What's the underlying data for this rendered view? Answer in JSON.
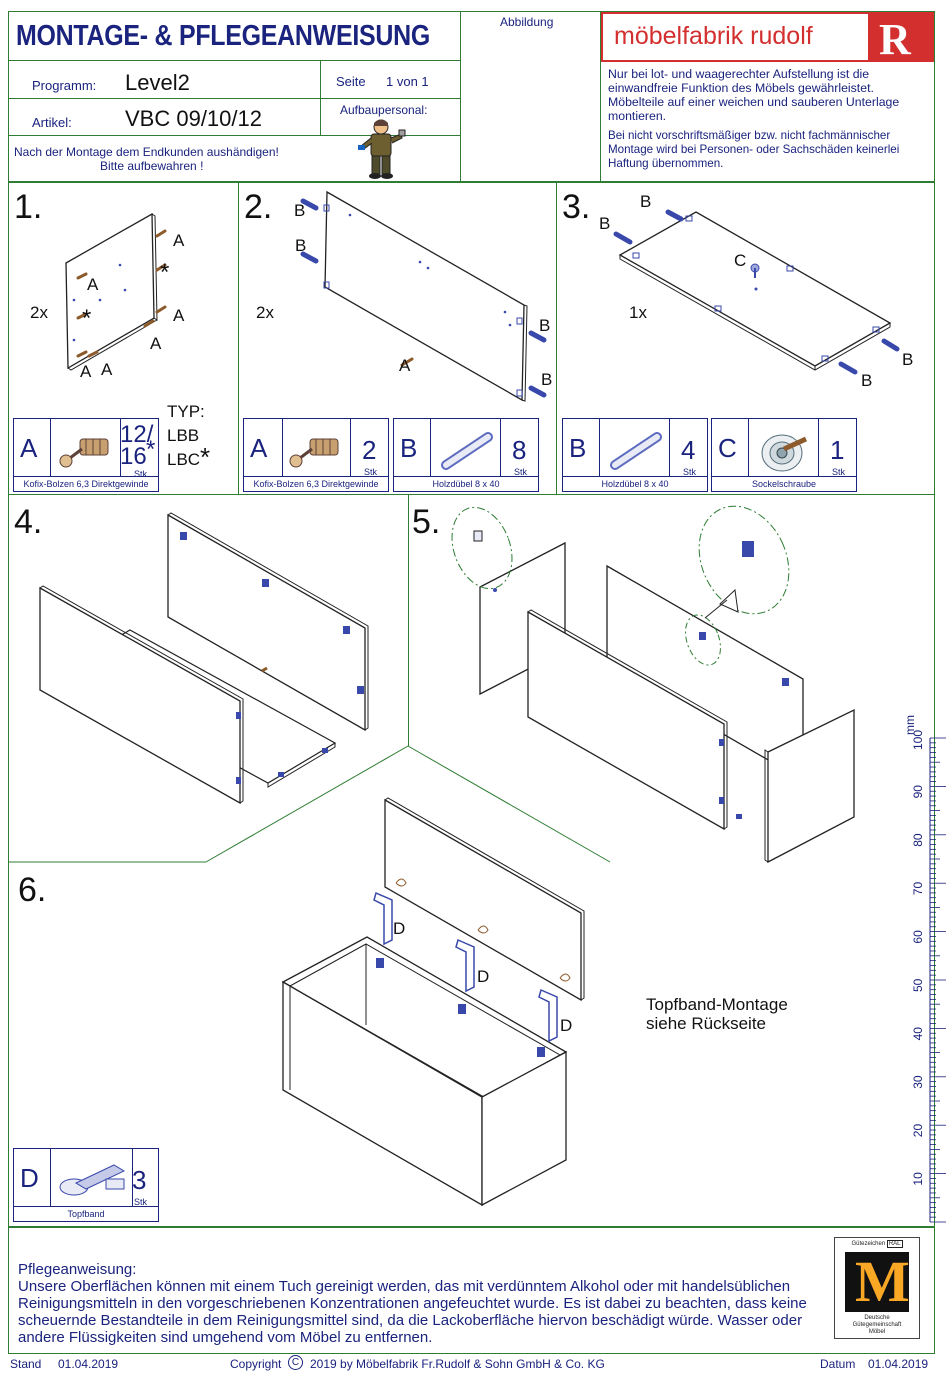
{
  "header": {
    "title": "MONTAGE- & PFLEGEANWEISUNG",
    "abbildung_label": "Abbildung",
    "brand": "möbelfabrik rudolf",
    "brand_logo_letter": "R",
    "programm_label": "Programm:",
    "programm_value": "Level2",
    "seite_label": "Seite",
    "seite_value": "1 von 1",
    "artikel_label": "Artikel:",
    "artikel_value": "VBC 09/10/12",
    "aufbaupersonal_label": "Aufbaupersonal:",
    "hand_over_note_1": "Nach der Montage dem Endkunden aushändigen!",
    "hand_over_note_2": "Bitte aufbewahren !",
    "notice_1": "Nur bei lot- und waagerechter Aufstellung ist die einwandfreie Funktion des Möbels gewährleistet. Möbelteile auf einer weichen und sauberen Unterlage montieren.",
    "notice_2": "Bei nicht vorschriftsmäßiger bzw. nicht fachmännischer Montage wird bei Personen- oder Sachschäden keinerlei Haftung übernommen."
  },
  "steps": {
    "s1": {
      "num": "1.",
      "count": "2x",
      "typ": "TYP:",
      "lbb": "LBB",
      "lbc": "LBC",
      "star": "*",
      "labels": [
        "A",
        "*",
        "A",
        "*",
        "A",
        "A",
        "A",
        "A"
      ]
    },
    "s2": {
      "num": "2.",
      "count": "2x",
      "labels": [
        "B",
        "B",
        "B",
        "B",
        "A"
      ]
    },
    "s3": {
      "num": "3.",
      "count": "1x",
      "labels": [
        "B",
        "B",
        "C",
        "B",
        "B"
      ]
    },
    "s4": {
      "num": "4."
    },
    "s5": {
      "num": "5."
    },
    "s6": {
      "num": "6.",
      "labels": [
        "D",
        "D",
        "D"
      ],
      "note_1": "Topfband-Montage",
      "note_2": "siehe Rückseite"
    }
  },
  "parts": {
    "p1": {
      "letter": "A",
      "qty": "12/",
      "qty2": "16",
      "star": "*",
      "stk": "Stk",
      "name": "Kofix-Bolzen 6,3 Direktgewinde"
    },
    "p2a": {
      "letter": "A",
      "qty": "2",
      "stk": "Stk",
      "name": "Kofix-Bolzen 6,3 Direktgewinde"
    },
    "p2b": {
      "letter": "B",
      "qty": "8",
      "stk": "Stk",
      "name": "Holzdübel  8 x 40"
    },
    "p3b": {
      "letter": "B",
      "qty": "4",
      "stk": "Stk",
      "name": "Holzdübel  8 x 40"
    },
    "p3c": {
      "letter": "C",
      "qty": "1",
      "stk": "Stk",
      "name": "Sockelschraube"
    },
    "p6d": {
      "letter": "D",
      "qty": "3",
      "stk": "Stk",
      "name": "Topfband"
    }
  },
  "ruler": {
    "unit": "mm",
    "ticks": [
      "100",
      "90",
      "80",
      "70",
      "60",
      "50",
      "40",
      "30",
      "20",
      "10"
    ]
  },
  "care": {
    "heading": "Pflegeanweisung:",
    "text": "Unsere Oberflächen können mit einem Tuch gereinigt werden, das mit verdünntem Alkohol oder mit handelsüblichen Reinigungsmitteln in den vorgeschriebenen Konzentrationen angefeuchtet wurde. Es ist dabei zu beachten, dass keine scheuernde Bestandteile in dem Reinigungsmittel sind, da die Lackoberfläche hiervon beschädigt würde. Wasser oder andere Flüssigkeiten sind umgehend vom Möbel zu entfernen."
  },
  "seal": {
    "top": "Gütezeichen",
    "ral": "RAL",
    "letter": "M",
    "line1": "Deutsche",
    "line2": "Gütegemeinschaft",
    "line3": "Möbel"
  },
  "footer": {
    "stand_label": "Stand",
    "stand_date": "01.04.2019",
    "copyright": "Copyright",
    "copyright_symbol": "C",
    "copyright_text": "2019  by Möbelfabrik Fr.Rudolf & Sohn GmbH & Co. KG",
    "datum_label": "Datum",
    "datum_date": "01.04.2019"
  },
  "colors": {
    "navy": "#1a237e",
    "green": "#2e7d32",
    "brand_red": "#d32f2f",
    "dowel_brown": "#8d5a2b"
  }
}
